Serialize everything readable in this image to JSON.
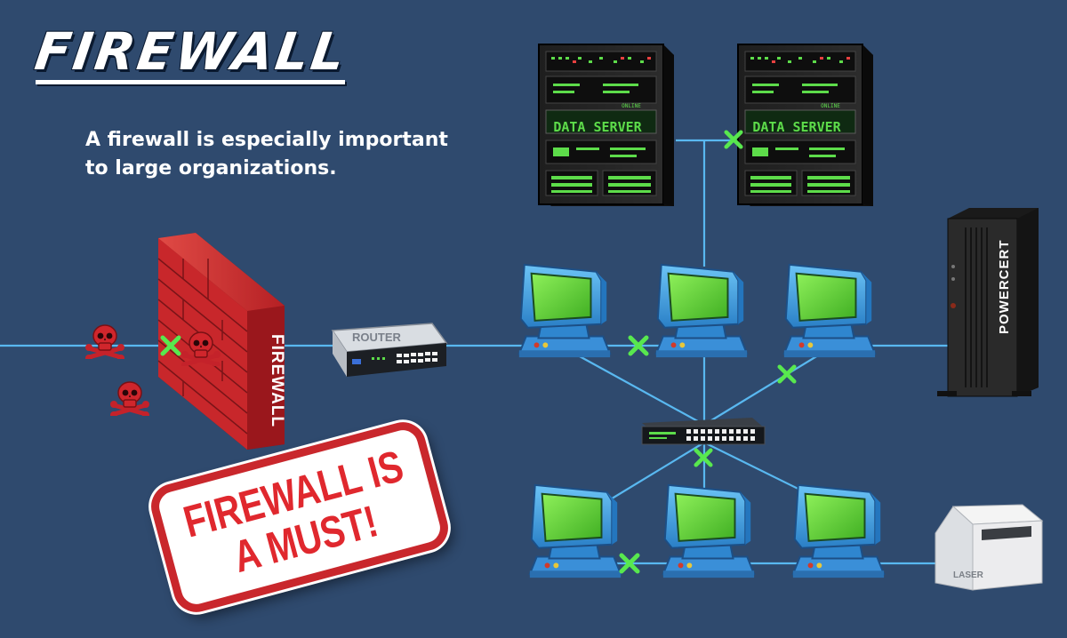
{
  "title": "FIREWALL",
  "subtitle": "A firewall is especially important to large organizations.",
  "stamp": "FIREWALL IS A MUST!",
  "wall_label": "FIREWALL",
  "router_label": "ROUTER",
  "servers": [
    {
      "label": "DATA SERVER",
      "status": "ONLINE"
    },
    {
      "label": "DATA SERVER",
      "status": "ONLINE"
    }
  ],
  "tower_label": "POWERCERT",
  "printer_label": "LASER",
  "colors": {
    "background": "#2f4a6e",
    "link": "#59b8f0",
    "blocked_mark": "#58e84e",
    "wall_brick": "#c8272b",
    "screen": "#6ad43a",
    "monitor": "#4aa8e8",
    "stamp_red": "#e0282e"
  }
}
